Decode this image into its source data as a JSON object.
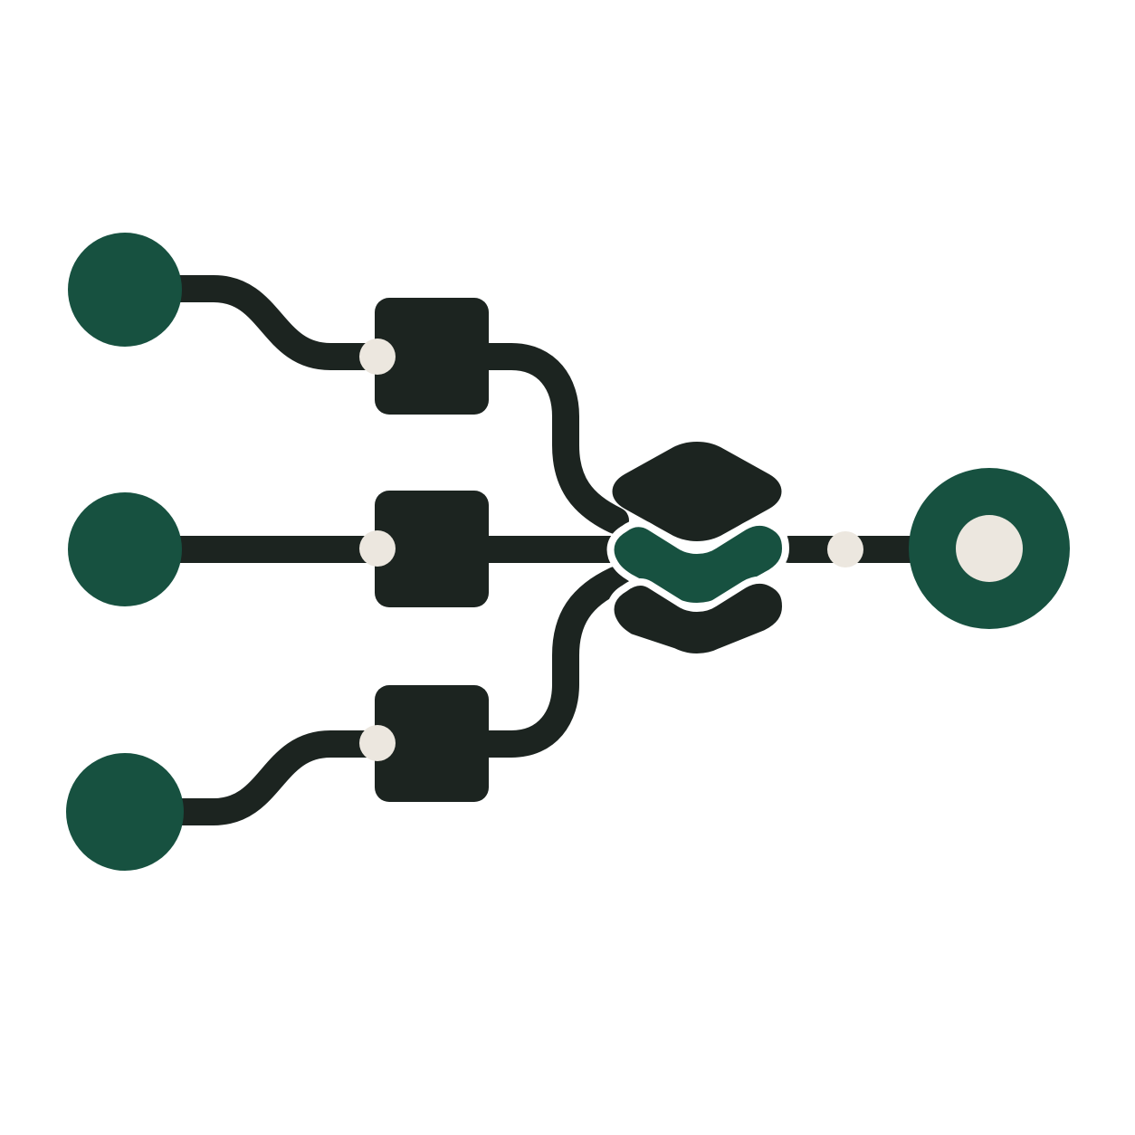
{
  "diagram": {
    "kind": "merge-flow-icon",
    "colors": {
      "background": "#ffffff",
      "ink": "#1c2420",
      "accent_green": "#175140",
      "port": "#ece7df"
    },
    "icons": {
      "source_node": "circle-node-icon",
      "process_node": "square-node-icon",
      "merge_node": "layers-stack-icon",
      "output_node": "ring-node-icon",
      "port": "port-dot-icon"
    },
    "inputs": [
      {
        "id": "input-top"
      },
      {
        "id": "input-middle"
      },
      {
        "id": "input-bottom"
      }
    ],
    "processors": [
      {
        "id": "process-top"
      },
      {
        "id": "process-middle"
      },
      {
        "id": "process-bottom"
      }
    ],
    "merge": {
      "id": "layer-stack",
      "layers": [
        "ink",
        "accent_green",
        "ink"
      ]
    },
    "output": {
      "id": "output-node"
    }
  }
}
